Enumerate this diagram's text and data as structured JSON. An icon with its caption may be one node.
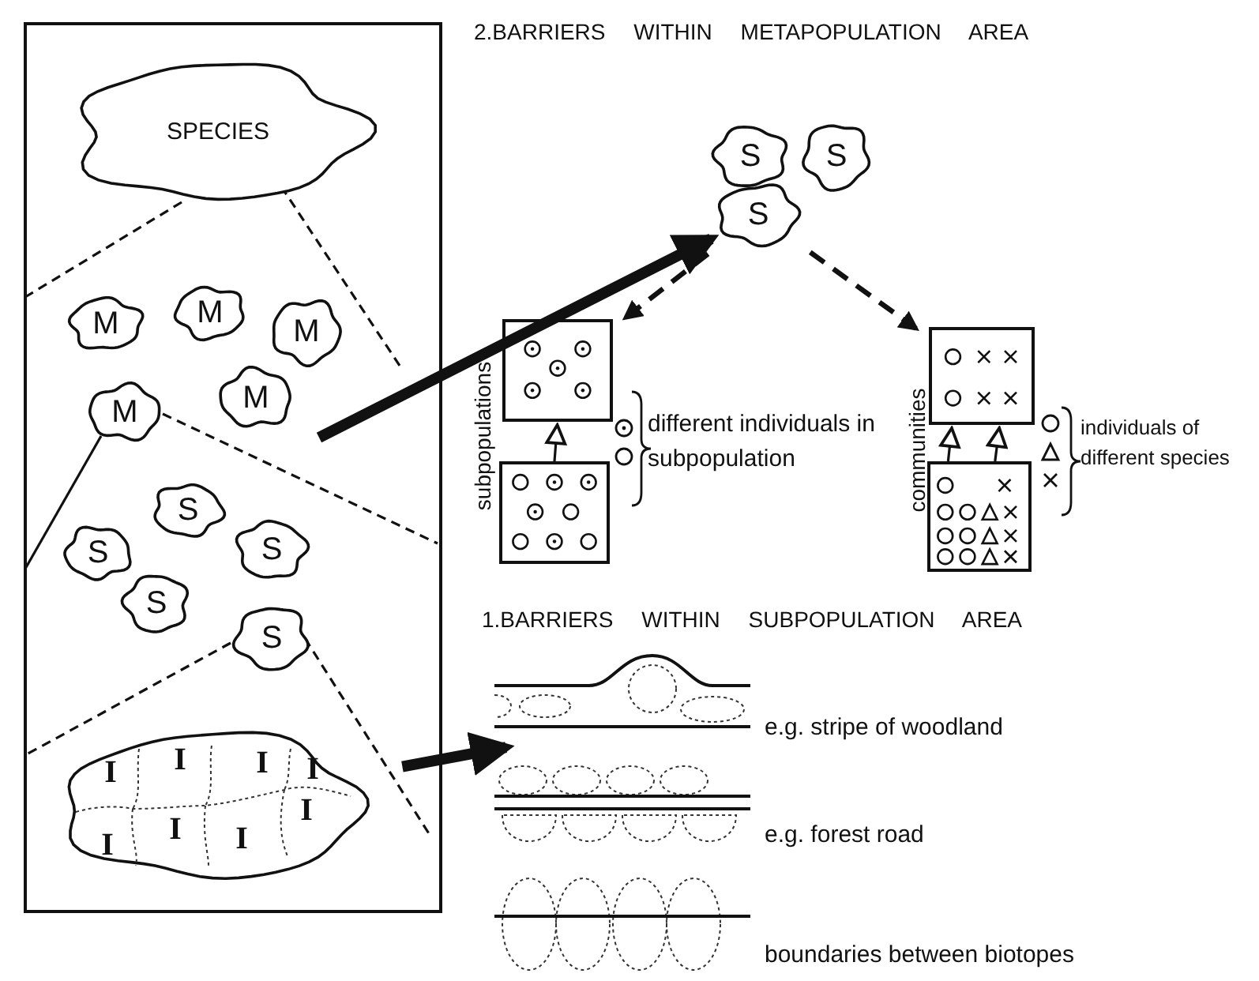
{
  "diagram": {
    "nodes": [
      {
        "text": [],
        "shape": "box"
      },
      {
        "text": [
          "SPECIES"
        ],
        "in": 0
      },
      {
        "text": [
          "M"
        ],
        "in": 0
      },
      {
        "text": [
          "M"
        ],
        "in": 0
      },
      {
        "text": [
          "M"
        ],
        "in": 0
      },
      {
        "text": [
          "M"
        ],
        "in": 0
      },
      {
        "text": [
          "M"
        ],
        "in": 0
      },
      {
        "text": [
          "S"
        ],
        "in": 0
      },
      {
        "text": [
          "S"
        ],
        "in": 0
      },
      {
        "text": [
          "S"
        ],
        "in": 0
      },
      {
        "text": [
          "S"
        ],
        "in": 0
      },
      {
        "text": [
          "S"
        ],
        "in": 0
      },
      {
        "text": [],
        "shape": "cloud",
        "in": 0
      },
      {
        "text": [
          "I"
        ],
        "in": 12
      },
      {
        "text": [
          "I"
        ],
        "in": 12
      },
      {
        "text": [
          "I"
        ],
        "in": 12
      },
      {
        "text": [
          "I"
        ],
        "in": 12
      },
      {
        "text": [
          "I"
        ],
        "in": 12
      },
      {
        "text": [
          "I"
        ],
        "in": 12
      },
      {
        "text": [
          "I"
        ],
        "in": 12
      },
      {
        "text": [
          "I"
        ],
        "in": 12
      },
      {
        "text": [
          "S"
        ]
      },
      {
        "text": [
          "S"
        ]
      },
      {
        "text": [
          "S"
        ]
      },
      {
        "text": [],
        "shape": "box"
      },
      {
        "text": [],
        "shape": "box"
      },
      {
        "text": [],
        "shape": "box"
      },
      {
        "text": [],
        "shape": "box"
      },
      {
        "text": [
          "e.g. stripe of woodland"
        ]
      },
      {
        "text": [
          "e.g. forest road"
        ]
      },
      {
        "text": [
          "boundaries between biotopes"
        ]
      }
    ],
    "edges": [
      {
        "from": null,
        "to": 23,
        "arrow": "to",
        "style": "thick"
      },
      {
        "from": 23,
        "to": 24,
        "arrow": "to",
        "style": "dashed"
      },
      {
        "from": 23,
        "to": 26,
        "arrow": "to",
        "style": "dashed"
      },
      {
        "from": 25,
        "to": 24,
        "arrow": "to"
      },
      {
        "from": 27,
        "to": 26,
        "arrow": "to"
      },
      {
        "from": 27,
        "to": 26,
        "arrow": "to"
      },
      {
        "from": 12,
        "to": 28,
        "arrow": "to",
        "style": "thick"
      }
    ],
    "labels": [
      "2.BARRIERS WITHIN METAPOPULATION AREA",
      "subpopulations",
      "different individuals in subpopulation",
      "communities",
      "individuals of different species",
      "1.BARRIERS WITHIN SUBPOPULATION AREA"
    ]
  }
}
